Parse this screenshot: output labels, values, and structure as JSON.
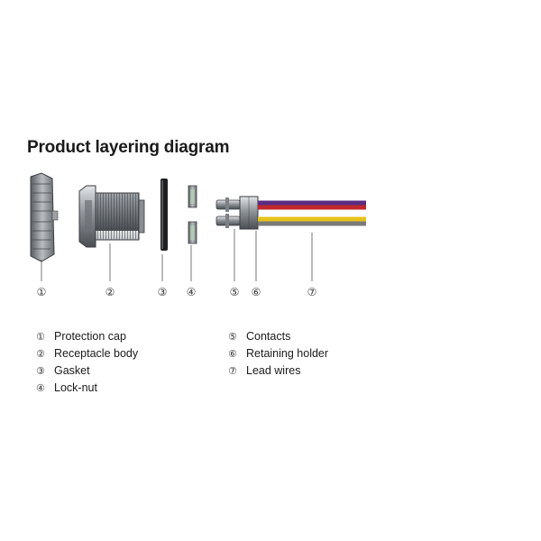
{
  "title": "Product layering diagram",
  "parts": [
    {
      "num": "①",
      "label": "Protection cap"
    },
    {
      "num": "②",
      "label": "Receptacle body"
    },
    {
      "num": "③",
      "label": "Gasket"
    },
    {
      "num": "④",
      "label": "Lock-nut"
    },
    {
      "num": "⑤",
      "label": "Contacts"
    },
    {
      "num": "⑥",
      "label": "Retaining holder"
    },
    {
      "num": "⑦",
      "label": "Lead wires"
    }
  ],
  "wire_colors": [
    "#5a2d82",
    "#c0282d",
    "#e6c21a",
    "#7a7a7a"
  ]
}
